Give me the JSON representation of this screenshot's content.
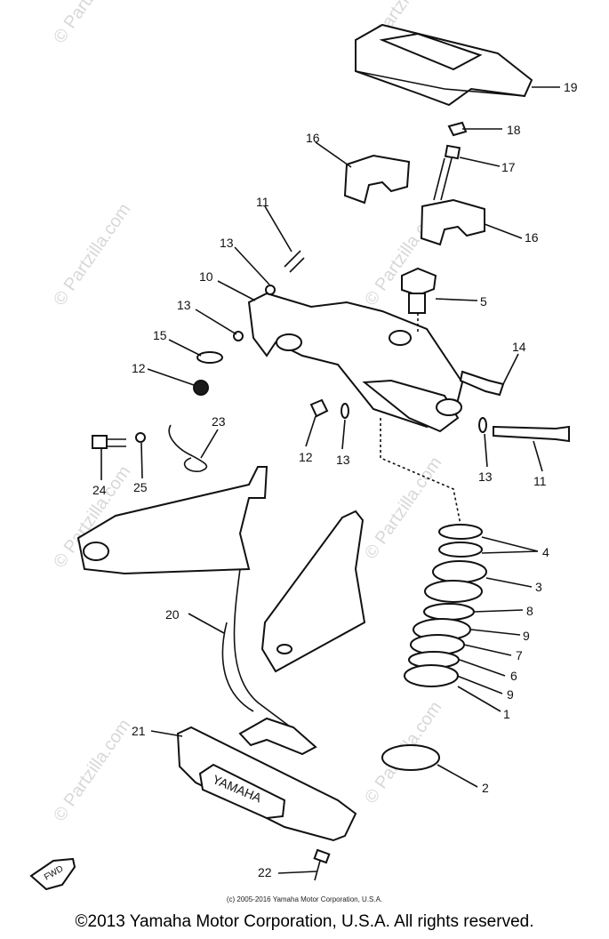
{
  "watermark": "© Partzilla.com",
  "callouts": [
    "19",
    "18",
    "17",
    "16",
    "16",
    "11",
    "13",
    "10",
    "5",
    "13",
    "15",
    "14",
    "12",
    "12",
    "13",
    "13",
    "11",
    "23",
    "24",
    "25",
    "4",
    "3",
    "8",
    "20",
    "9",
    "7",
    "6",
    "9",
    "1",
    "21",
    "2",
    "22"
  ],
  "fwd_label": "FWD",
  "emblem_text": "YAMAHA",
  "small_copyright": "(c) 2005-2016 Yamaha Motor Corporation, U.S.A.",
  "main_copyright": "©2013 Yamaha Motor Corporation, U.S.A. All rights reserved."
}
